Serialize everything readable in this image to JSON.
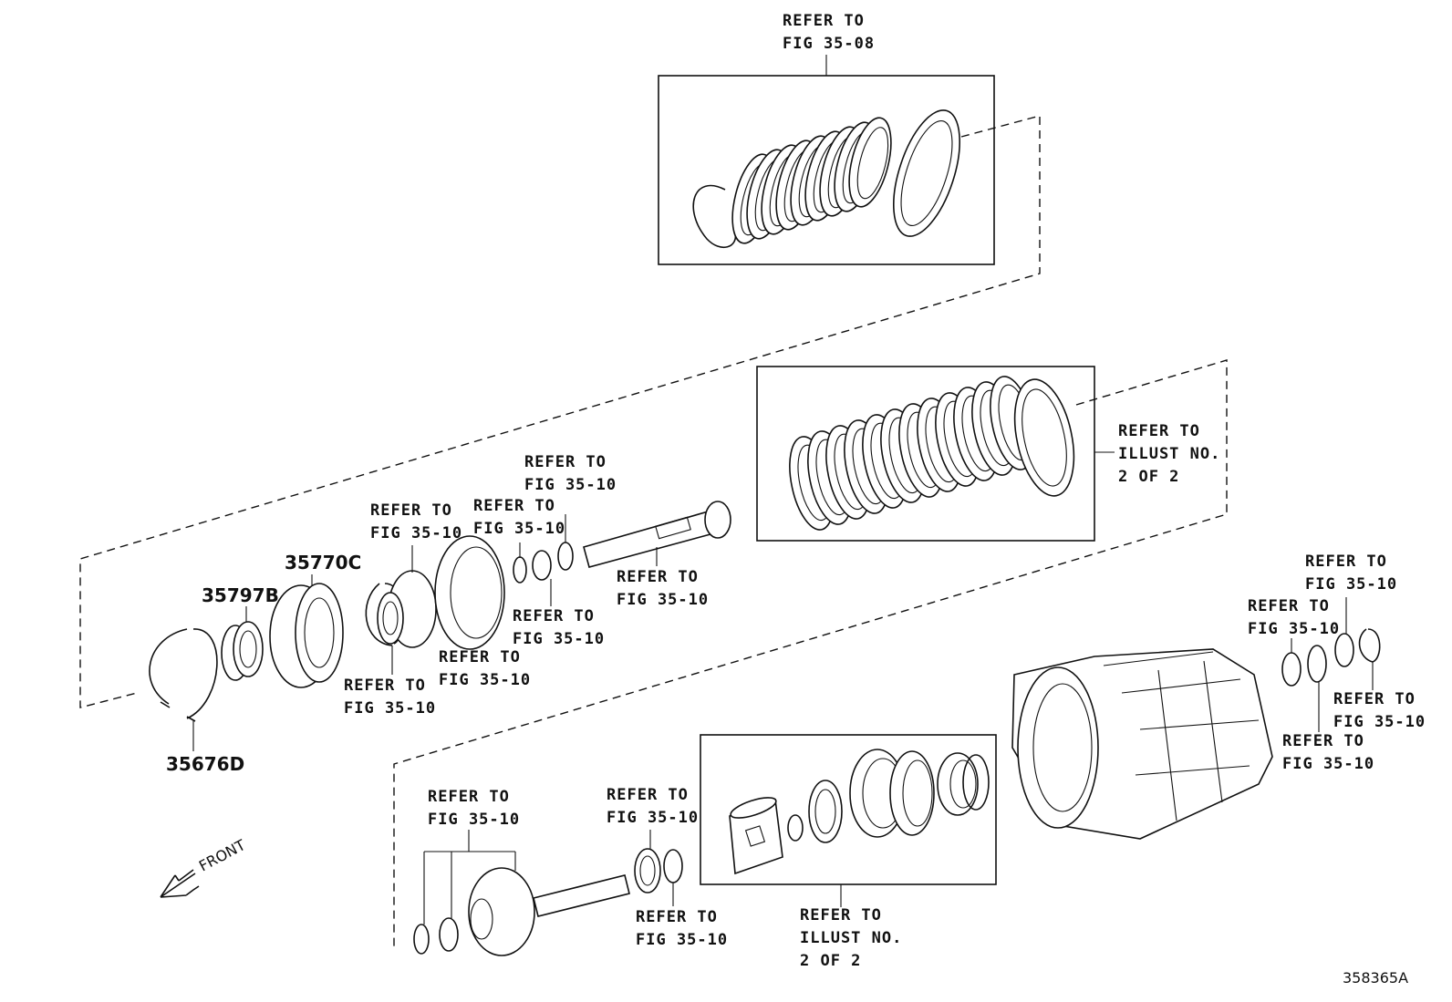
{
  "callouts": {
    "top_box": [
      "REFER TO",
      "FIG 35-08"
    ],
    "mid_box": [
      "REFER TO",
      "ILLUST NO.",
      "2 OF 2"
    ],
    "bottom_box": [
      "REFER TO",
      "ILLUST NO.",
      "2 OF 2"
    ],
    "hub_a": [
      "REFER TO",
      "FIG 35-10"
    ],
    "washer_a": [
      "REFER TO",
      "FIG 35-10"
    ],
    "washer_b": [
      "REFER TO",
      "FIG 35-10"
    ],
    "bearing_a": [
      "REFER TO",
      "FIG 35-10"
    ],
    "shaft_a": [
      "REFER TO",
      "FIG 35-10"
    ],
    "drum_a": [
      "REFER TO",
      "FIG 35-10"
    ],
    "snap_a": [
      "REFER TO",
      "FIG 35-10"
    ],
    "gear_b": [
      "REFER TO",
      "FIG 35-10"
    ],
    "seal_b": [
      "REFER TO",
      "FIG 35-10"
    ],
    "seal_c": [
      "REFER TO",
      "FIG 35-10"
    ],
    "case_a": [
      "REFER TO",
      "FIG 35-10"
    ],
    "case_b": [
      "REFER TO",
      "FIG 35-10"
    ],
    "case_c": [
      "REFER TO",
      "FIG 35-10"
    ],
    "case_d": [
      "REFER TO",
      "FIG 35-10"
    ]
  },
  "parts": {
    "p1": "35770C",
    "p2": "35797B",
    "p3": "35676D"
  },
  "front_label": "FRONT",
  "figure_id": "358365A"
}
